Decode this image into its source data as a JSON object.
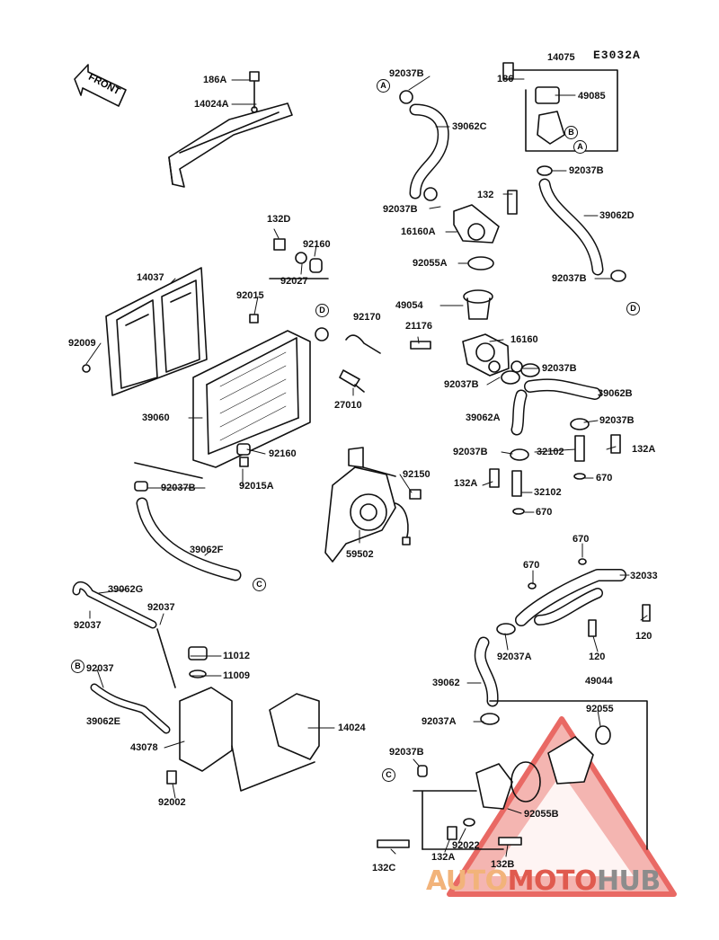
{
  "diagram_code": "E3032A",
  "front_label": "FRONT",
  "callout_letters": {
    "a1": "A",
    "a2": "A",
    "b1": "B",
    "b2": "B",
    "c1": "C",
    "c2": "C",
    "d1": "D",
    "d2": "D"
  },
  "labels": {
    "l186A": "186A",
    "l14024A": "14024A",
    "l92037B_1": "92037B",
    "l39062C": "39062C",
    "l186": "186",
    "l14075": "14075",
    "l49085": "49085",
    "l92037B_2": "92037B",
    "l92037B_3": "92037B",
    "l132": "132",
    "l39062D": "39062D",
    "l16160A": "16160A",
    "l92055A": "92055A",
    "l92037B_4": "92037B",
    "l132D": "132D",
    "l92160_1": "92160",
    "l92027": "92027",
    "l14037": "14037",
    "l92015": "92015",
    "l92170": "92170",
    "l49054": "49054",
    "l21176": "21176",
    "l16160": "16160",
    "l92009": "92009",
    "l92037B_5": "92037B",
    "l92037B_6": "92037B",
    "l39062B": "39062B",
    "l27010": "27010",
    "l39062A": "39062A",
    "l92037B_7": "92037B",
    "l39060": "39060",
    "l92160_2": "92160",
    "l92037B_8": "92037B",
    "l32102_1": "32102",
    "l132A_1": "132A",
    "l670_1": "670",
    "l92150": "92150",
    "l92037B_9": "92037B",
    "l92015A": "92015A",
    "l132A_2": "132A",
    "l32102_2": "32102",
    "l670_2": "670",
    "l59502": "59502",
    "l39062F": "39062F",
    "l670_3": "670",
    "l670_4": "670",
    "l32033": "32033",
    "l39062G": "39062G",
    "l92037_1": "92037",
    "l92037_2": "92037",
    "l11012": "11012",
    "l120_1": "120",
    "l120_2": "120",
    "l92037A_1": "92037A",
    "l11009": "11009",
    "l92037_3": "92037",
    "l39062": "39062",
    "l49044": "49044",
    "l39062E": "39062E",
    "l14024": "14024",
    "l92055": "92055",
    "l92037A_2": "92037A",
    "l43078": "43078",
    "l92037B_10": "92037B",
    "l92002": "92002",
    "l92055B": "92055B",
    "l92022": "92022",
    "l132A_3": "132A",
    "l132B": "132B",
    "l132C": "132C"
  },
  "watermark": {
    "part1": "AUTO",
    "part2": "MOTO",
    "part3": "HUB",
    "color1": "#f2b37a",
    "color2": "#e05a4e",
    "color3": "#8c8c8c"
  }
}
